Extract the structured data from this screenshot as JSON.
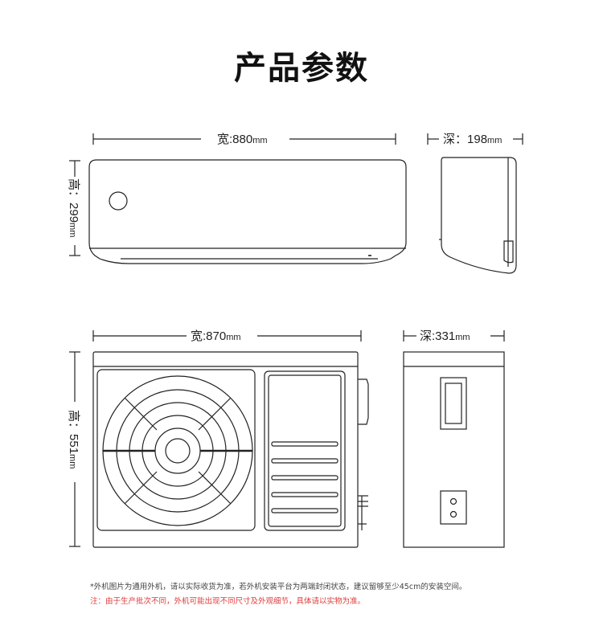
{
  "title": "产品参数",
  "indoor_unit": {
    "width_label": "宽:",
    "width_value": "880",
    "depth_label": "深：",
    "depth_value": "198",
    "height_label": "高：",
    "height_value": "299",
    "unit": "mm"
  },
  "outdoor_unit": {
    "width_label": "宽:",
    "width_value": "870",
    "depth_label": "深:",
    "depth_value": "331",
    "height_label": "高：",
    "height_value": "551",
    "unit": "mm"
  },
  "notes": {
    "line1": "*外机图片为通用外机，请以实际收货为准，若外机安装平台为两端封闭状态，建议留够至少45cm的安装空间。",
    "line2": "注：由于生产批次不同，外机可能出现不同尺寸及外观细节，具体请以实物为准。"
  },
  "colors": {
    "line": "#222222",
    "note_red": "#e03a3a"
  }
}
